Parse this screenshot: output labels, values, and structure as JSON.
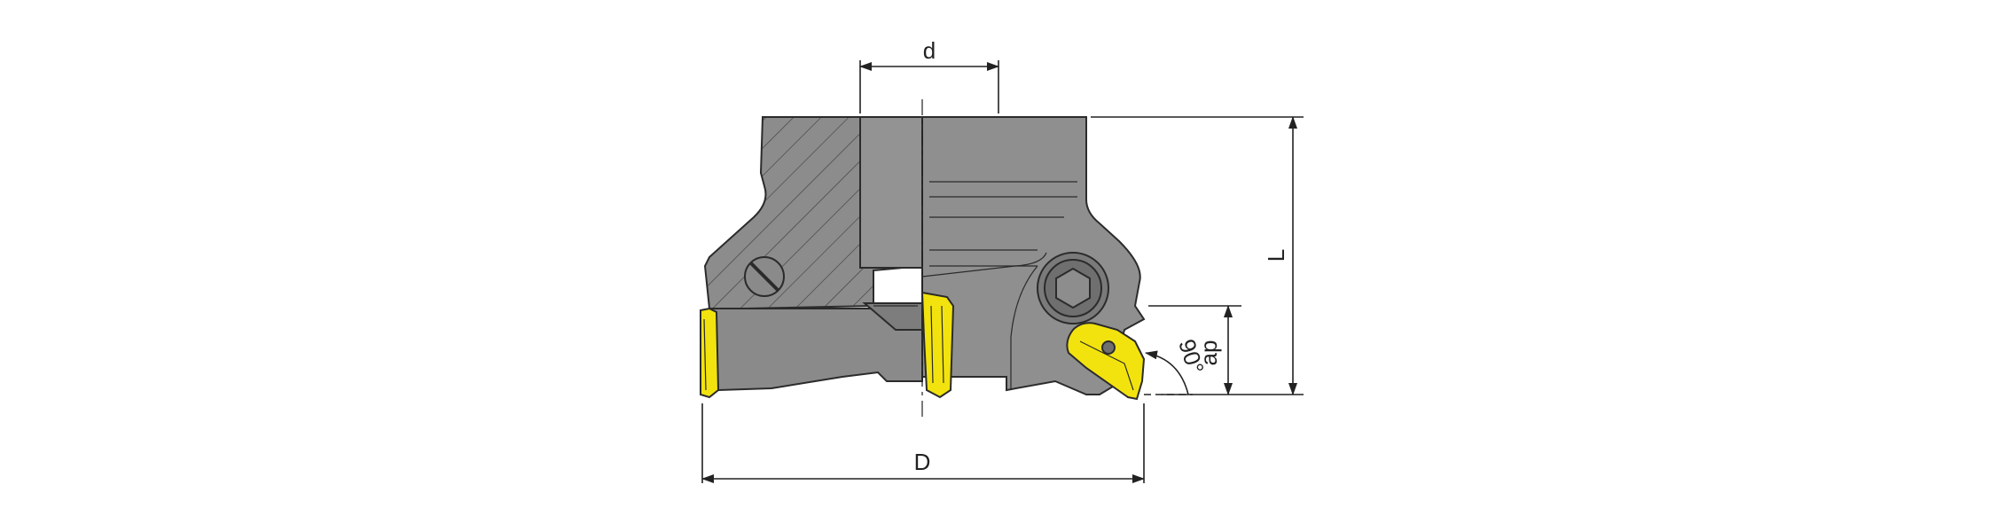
{
  "labels": {
    "bore_diameter": "d",
    "cutter_diameter": "D",
    "overall_length": "L",
    "depth_of_cut": "ap",
    "approach_angle": "90°"
  },
  "colors": {
    "body": "#8c8c8c",
    "body_light": "#9a9a9a",
    "body_dark": "#6f6f6f",
    "insert": "#f2e30f",
    "insert_dark": "#c9b800",
    "line": "#222222",
    "background": "#ffffff"
  },
  "icons": {
    "screw": "hex-socket-screw-icon",
    "pin": "slotted-pin-icon"
  }
}
